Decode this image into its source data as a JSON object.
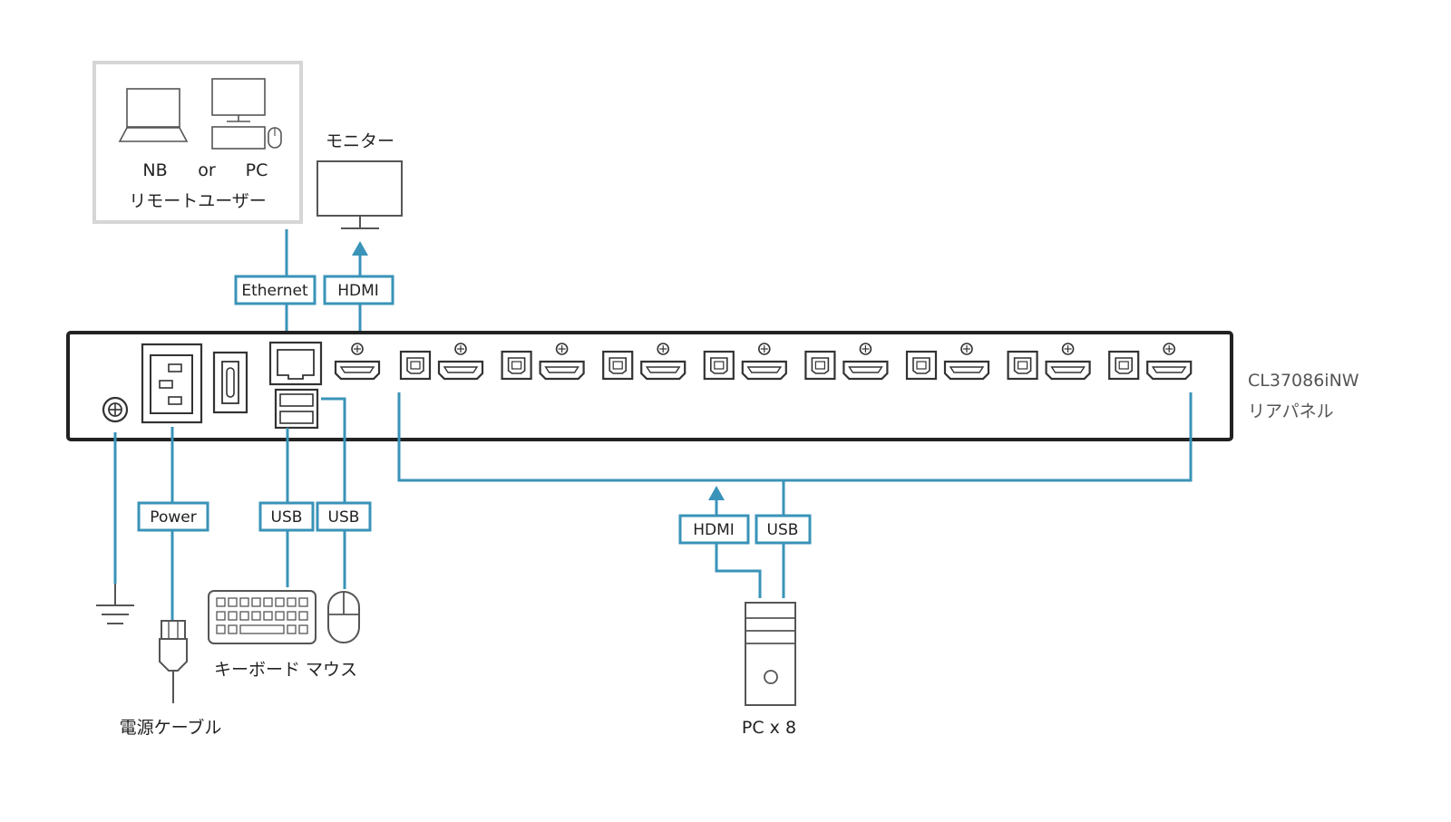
{
  "colors": {
    "cable": "#3a93b8",
    "panel_border": "#222222",
    "remote_box_border": "#d6d6d6",
    "device_stroke": "#555555",
    "text": "#222222"
  },
  "remote_users": {
    "nb_label": "NB",
    "or_label": "or",
    "pc_label": "PC",
    "title": "リモートユーザー"
  },
  "monitor": {
    "label": "モニター"
  },
  "device": {
    "model": "CL37086iNW",
    "panel_name": "リアパネル"
  },
  "cable_tags": {
    "ethernet": "Ethernet",
    "hdmi_monitor": "HDMI",
    "power": "Power",
    "usb_keyboard": "USB",
    "usb_mouse": "USB",
    "hdmi_pc": "HDMI",
    "usb_pc": "USB"
  },
  "peripherals": {
    "keyboard_mouse_label": "キーボード マウス",
    "power_cable_label": "電源ケーブル",
    "pc_label": "PC x 8"
  },
  "icons": [
    "laptop-icon",
    "desktop-pc-icon",
    "monitor-icon",
    "ground-icon",
    "power-plug-icon",
    "keyboard-icon",
    "mouse-icon",
    "pc-tower-icon",
    "hdmi-port-icon",
    "usb-b-port-icon",
    "rj45-port-icon",
    "usb-a-port-icon",
    "ac-inlet-icon",
    "power-switch-icon",
    "ground-terminal-icon"
  ]
}
